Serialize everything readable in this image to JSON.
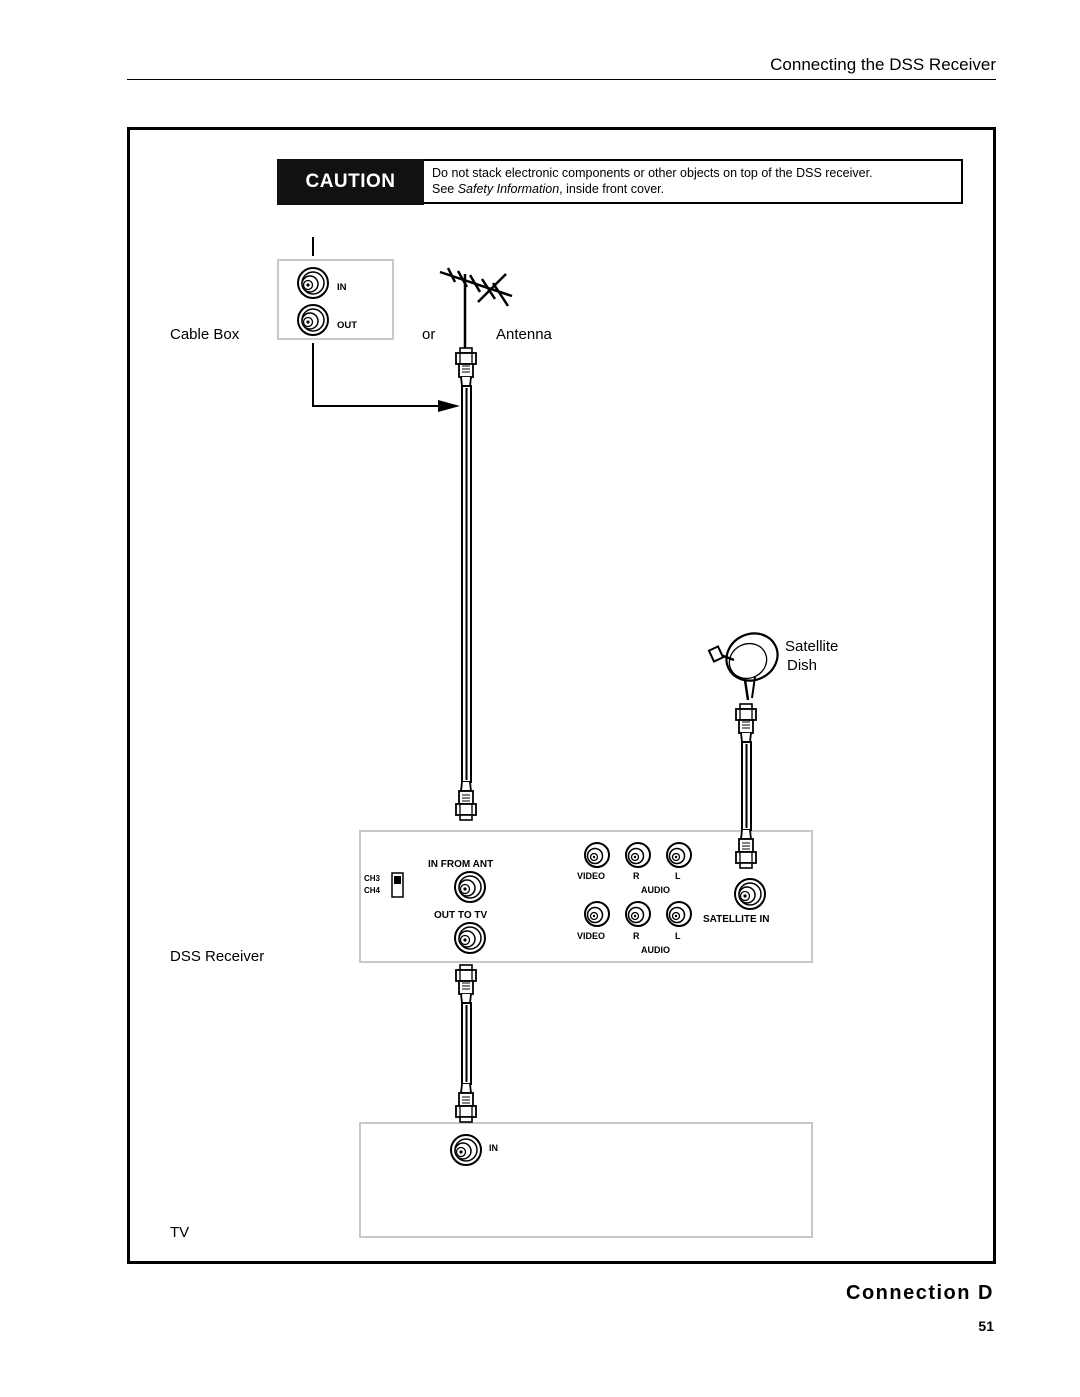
{
  "header": {
    "title": "Connecting the DSS Receiver"
  },
  "caution": {
    "label": "CAUTION",
    "line1": "Do not stack electronic components or other objects on top of  the DSS receiver.",
    "line2_prefix": "See ",
    "line2_italic": "Safety Information",
    "line2_suffix": ", inside front cover."
  },
  "labels": {
    "cable_box": "Cable Box",
    "or": "or",
    "antenna": "Antenna",
    "satellite_dish": "Satellite\nDish",
    "satellite": "Satellite",
    "dish": "Dish",
    "dss_receiver": "DSS Receiver",
    "tv": "TV"
  },
  "cable_box_panel": {
    "in": "IN",
    "out": "OUT"
  },
  "dss_panel": {
    "ch3": "CH3",
    "ch4": "CH4",
    "in_from_ant": "IN FROM ANT",
    "out_to_tv": "OUT TO TV",
    "video": "VIDEO",
    "r": "R",
    "l": "L",
    "audio": "AUDIO",
    "satellite_in": "SATELLITE IN"
  },
  "tv_panel": {
    "in": "IN"
  },
  "footer": {
    "title": "Connection D",
    "page": "51"
  }
}
